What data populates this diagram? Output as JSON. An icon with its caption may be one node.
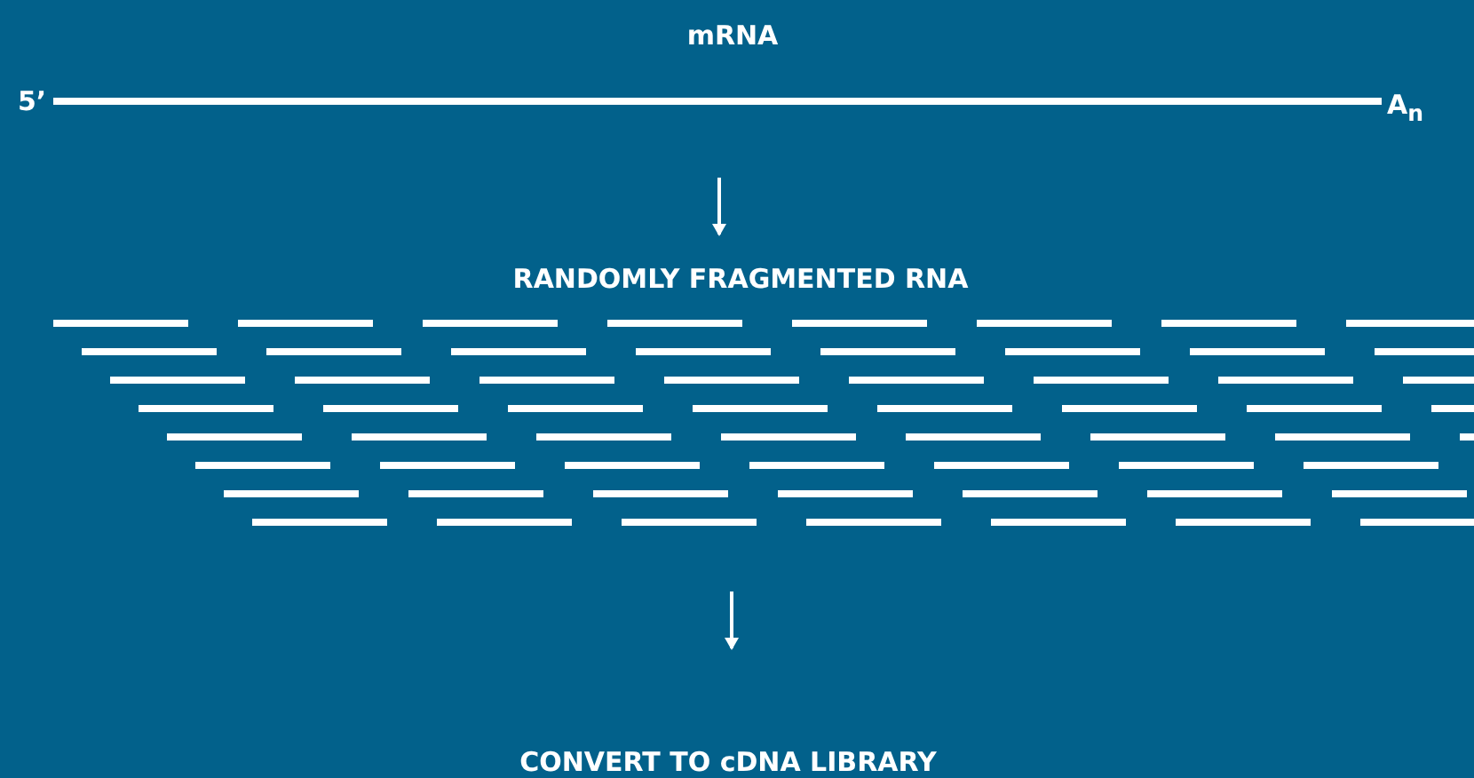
{
  "diagram": {
    "nodes": [
      {
        "text": [
          "mRNA"
        ],
        "beside": [
          "5’",
          "A$_{n}$"
        ]
      },
      {
        "text": [
          "RANDOMLY FRAGMENTED RNA"
        ]
      },
      {
        "text": [
          "CONVERT TO cDNA LIBRARY"
        ]
      }
    ],
    "edges": [
      {
        "from": 0,
        "to": 1,
        "arrow": "to"
      },
      {
        "from": 1,
        "to": 2,
        "arrow": "to"
      }
    ]
  }
}
